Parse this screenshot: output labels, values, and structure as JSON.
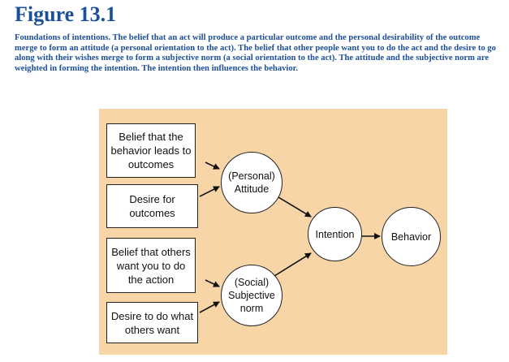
{
  "figure": {
    "title": "Figure 13.1",
    "caption": "Foundations of intentions. The belief that an act will produce a particular outcome and the personal desirability of the outcome merge to form an attitude (a personal orientation to the act). The belief that other people want you to do the act and the desire to go along with their wishes merge to form a subjective norm (a social orientation to the act). The attitude and the subjective norm are weighted in forming the intention. The intention then influences the behavior."
  },
  "diagram": {
    "boxes": {
      "belief_outcomes": "Belief that the behavior leads to outcomes",
      "desire_outcomes": "Desire for outcomes",
      "belief_others": "Belief that others want you to do the action",
      "desire_others": "Desire to do what others want"
    },
    "nodes": {
      "attitude": "(Personal) Attitude",
      "subjective_norm": "(Social) Subjective norm",
      "intention": "Intention",
      "behavior": "Behavior"
    },
    "colors": {
      "title": "#1c4f9a",
      "panel_background": "#f8d5a7",
      "line": "#111111"
    }
  }
}
